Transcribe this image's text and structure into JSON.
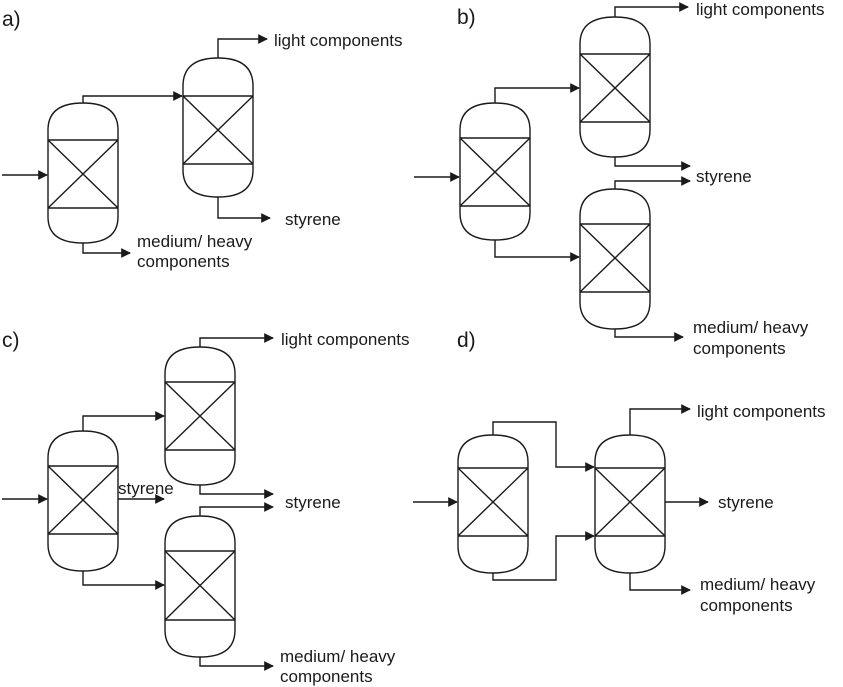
{
  "panels": {
    "a": {
      "label": "a)",
      "light": "light components",
      "styrene": "styrene",
      "heavy": [
        "medium/ heavy",
        "components"
      ]
    },
    "b": {
      "label": "b)",
      "light": "light components",
      "styrene": "styrene",
      "heavy": [
        "medium/ heavy",
        "components"
      ]
    },
    "c": {
      "label": "c)",
      "light": "light components",
      "styrene_side": "styrene",
      "styrene": "styrene",
      "heavy": [
        "medium/ heavy",
        "components"
      ]
    },
    "d": {
      "label": "d)",
      "light": "light components",
      "styrene": "styrene",
      "heavy": [
        "medium/ heavy",
        "components"
      ]
    }
  },
  "colors": {
    "line": "#1a1a1a",
    "background": "#ffffff"
  }
}
